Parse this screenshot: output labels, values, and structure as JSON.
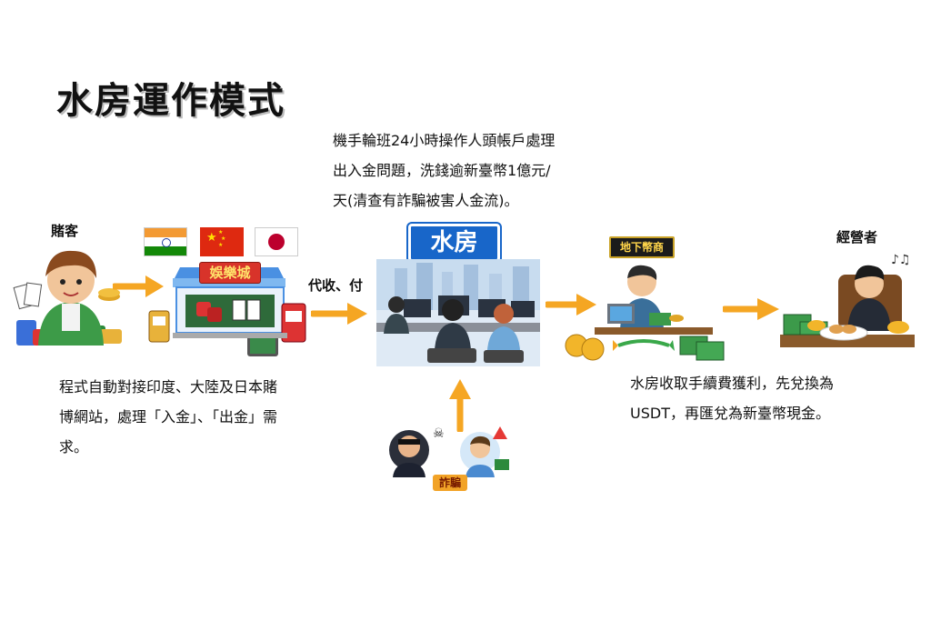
{
  "title": "水房運作模式",
  "top_text": "機手輪班24小時操作人頭帳戶處理出入金問題，洗錢逾新臺幣1億元/天(清查有詐騙被害人金流)。",
  "gambler_label": "賭客",
  "casino_sign": "娛樂城",
  "collect_pay_label": "代收、付",
  "water_room_sign": "水房",
  "underground_bank_sign": "地下幣商",
  "operator_label": "經營者",
  "fraud_label": "詐騙",
  "left_text": "程式自動對接印度、大陸及日本賭博網站，處理「入金」、「出金」需求。",
  "right_text": "水房收取手續費獲利，先兌換為USDT，再匯兌為新臺幣現金。",
  "colors": {
    "arrow": "#f5a623",
    "sign_blue": "#1866c9",
    "casino_red": "#d8332a"
  },
  "flags": [
    "india-flag",
    "china-flag",
    "japan-flag"
  ]
}
